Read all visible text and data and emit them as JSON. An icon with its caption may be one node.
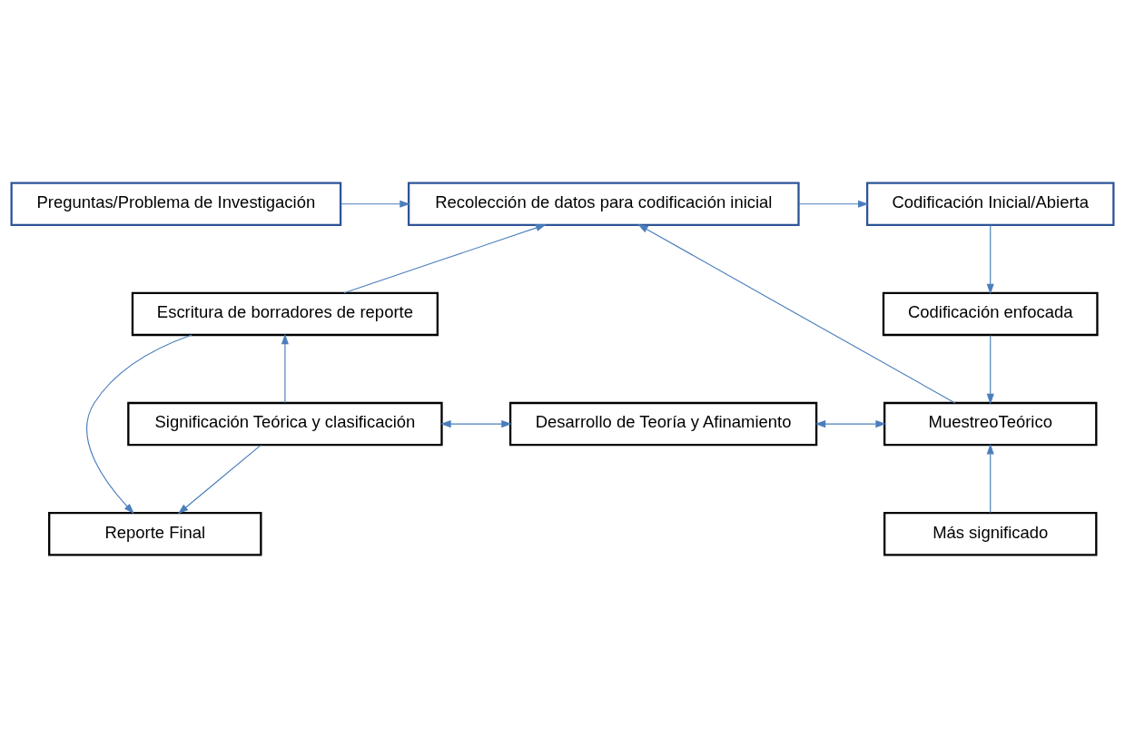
{
  "diagram": {
    "nodes": [
      {
        "text": [
          "Preguntas/Problema de Investigación"
        ]
      },
      {
        "text": [
          "Recolección de datos para codificación inicial"
        ]
      },
      {
        "text": [
          "Codificación Inicial/Abierta"
        ]
      },
      {
        "text": [
          "Escritura de borradores de reporte"
        ]
      },
      {
        "text": [
          "Codificación enfocada"
        ]
      },
      {
        "text": [
          "Significación Teórica y clasificación"
        ]
      },
      {
        "text": [
          "Desarrollo de Teoría y Afinamiento"
        ]
      },
      {
        "text": [
          "MuestreoTeórico"
        ]
      },
      {
        "text": [
          "Reporte Final"
        ]
      },
      {
        "text": [
          "Más significado"
        ]
      }
    ],
    "edges": [
      {
        "from": 0,
        "to": 1,
        "arrow": "to"
      },
      {
        "from": 1,
        "to": 2,
        "arrow": "to"
      },
      {
        "from": 2,
        "to": 4,
        "arrow": "to"
      },
      {
        "from": 4,
        "to": 7,
        "arrow": "to"
      },
      {
        "from": 7,
        "to": 1,
        "arrow": "to"
      },
      {
        "from": 3,
        "to": 1,
        "arrow": "to"
      },
      {
        "from": 5,
        "to": 3,
        "arrow": "to"
      },
      {
        "from": 5,
        "to": 6,
        "arrow": "both"
      },
      {
        "from": 6,
        "to": 7,
        "arrow": "both"
      },
      {
        "from": 9,
        "to": 7,
        "arrow": "to"
      },
      {
        "from": 5,
        "to": 8,
        "arrow": "to"
      },
      {
        "from": 3,
        "to": 8,
        "arrow": "to"
      }
    ]
  }
}
